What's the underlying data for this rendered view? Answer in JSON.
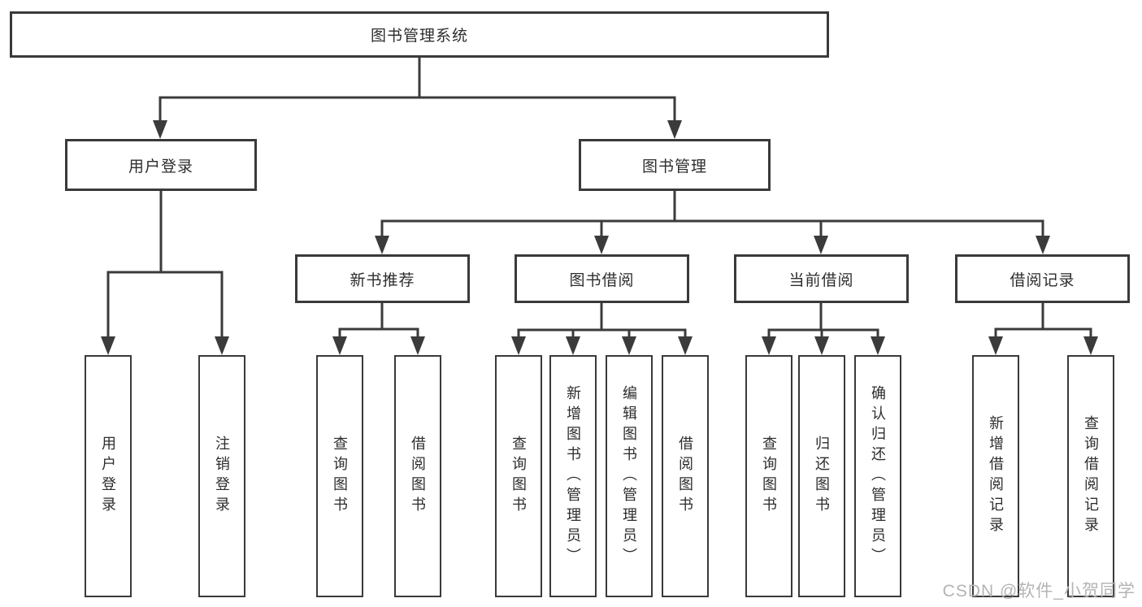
{
  "colors": {
    "line": "#3b3b3b",
    "border": "#3a3a3a",
    "text": "#2d2d2d",
    "watermark": "#b4b4b4",
    "background": "#ffffff"
  },
  "watermark": "CSDN @软件_小贺同学",
  "tree": {
    "root": {
      "label": "图书管理系统"
    },
    "level2": [
      {
        "label": "用户登录",
        "children": [
          {
            "label": "用户登录"
          },
          {
            "label": "注销登录"
          }
        ]
      },
      {
        "label": "图书管理",
        "children": [
          {
            "label": "新书推荐",
            "children": [
              {
                "label": "查询图书"
              },
              {
                "label": "借阅图书"
              }
            ]
          },
          {
            "label": "图书借阅",
            "children": [
              {
                "label": "查询图书"
              },
              {
                "label": "新增图书（管理员）"
              },
              {
                "label": "编辑图书（管理员）"
              },
              {
                "label": "借阅图书"
              }
            ]
          },
          {
            "label": "当前借阅",
            "children": [
              {
                "label": "查询图书"
              },
              {
                "label": "归还图书"
              },
              {
                "label": "确认归还（管理员）"
              }
            ]
          },
          {
            "label": "借阅记录",
            "children": [
              {
                "label": "新增借阅记录"
              },
              {
                "label": "查询借阅记录"
              }
            ]
          }
        ]
      }
    ]
  }
}
